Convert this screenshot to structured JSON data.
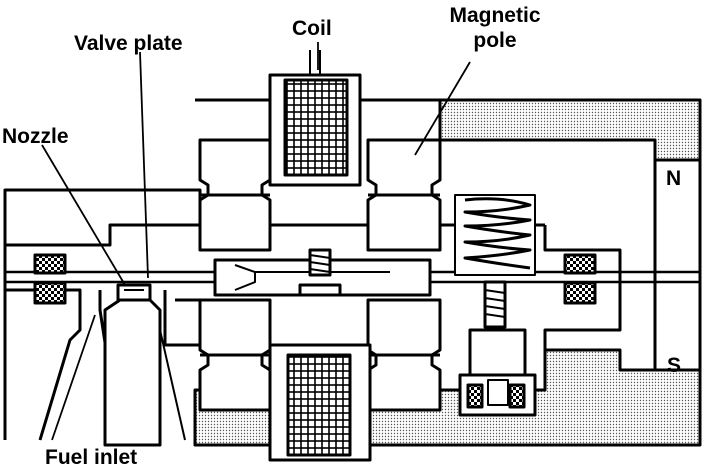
{
  "labels": {
    "coil": "Coil",
    "magnetic_pole": "Magnetic\npole",
    "valve_plate": "Valve plate",
    "nozzle": "Nozzle",
    "fuel_inlet": "Fuel inlet",
    "north": "N",
    "south": "S"
  },
  "colors": {
    "ink": "#000000",
    "paper": "#ffffff",
    "stipple": "#d8d8d8"
  }
}
